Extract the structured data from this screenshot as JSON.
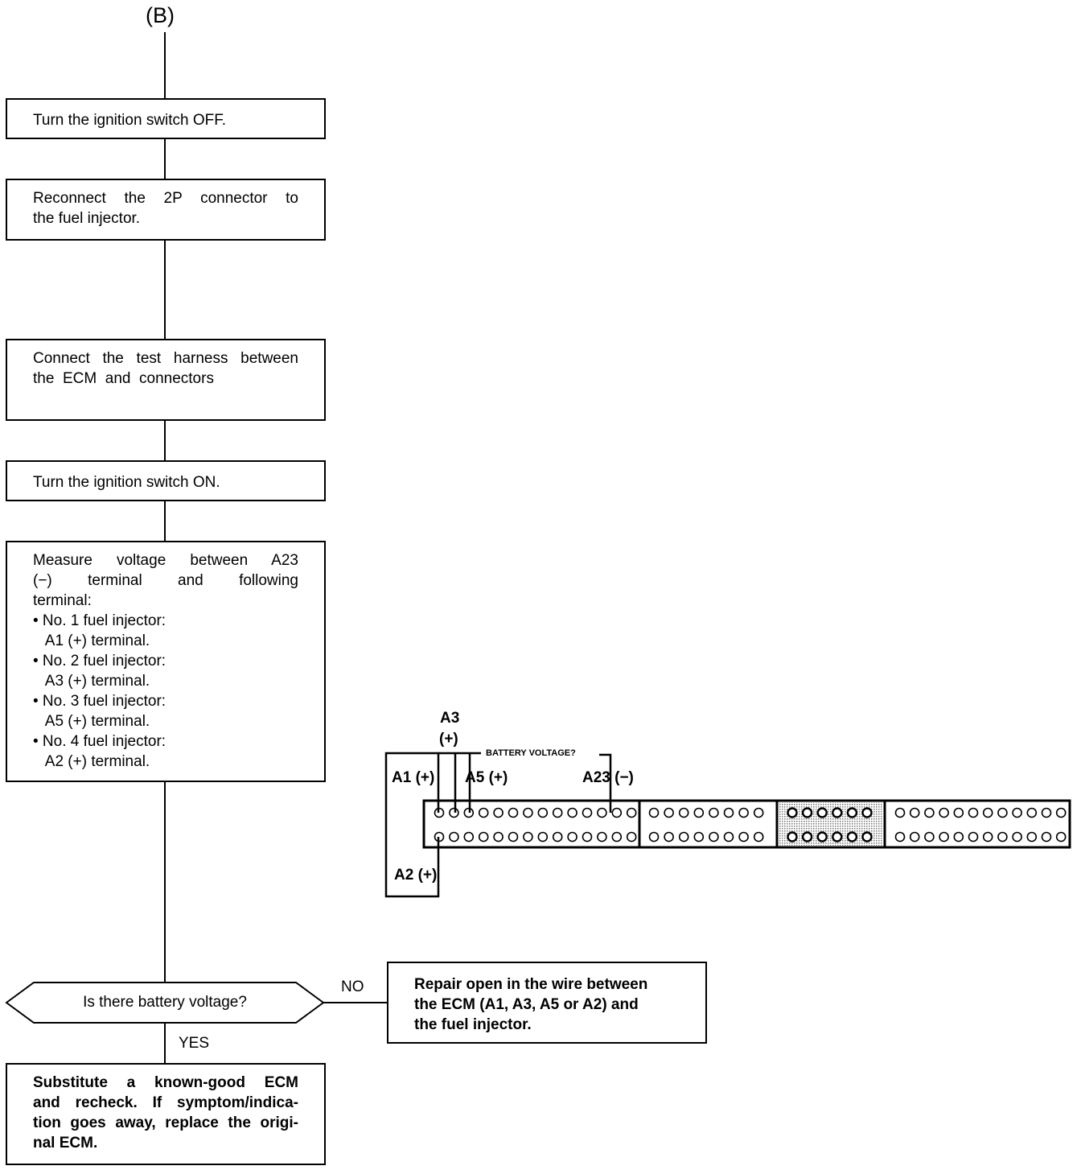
{
  "entry_label": "(B)",
  "steps": [
    {
      "id": "ign-off",
      "lines": [
        "Turn the ignition switch OFF."
      ]
    },
    {
      "id": "reconnect",
      "lines": [
        "Reconnect the 2P connector to",
        "the fuel injector."
      ]
    },
    {
      "id": "harness",
      "lines": [
        "Connect the test harness between",
        "the  ECM  and  connectors"
      ]
    },
    {
      "id": "ign-on",
      "lines": [
        "Turn the ignition switch ON."
      ]
    },
    {
      "id": "measure",
      "lines": [
        "Measure voltage between A23",
        "(−) terminal and following",
        "terminal:",
        "• No. 1 fuel injector:",
        "   A1 (+) terminal.",
        "• No. 2 fuel injector:",
        "   A3 (+) terminal.",
        "• No. 3 fuel injector:",
        "   A5 (+) terminal.",
        "• No. 4 fuel injector:",
        "   A2 (+) terminal."
      ]
    }
  ],
  "decision": {
    "question": "Is there battery voltage?",
    "no_label": "NO",
    "yes_label": "YES",
    "no_action": [
      "Repair open in the wire between",
      "the ECM (A1, A3, A5 or A2) and",
      "the fuel injector."
    ],
    "yes_action": [
      "Substitute  a  known-good  ECM",
      "and recheck. If symptom/indica-",
      "tion goes away, replace the origi-",
      "nal ECM."
    ]
  },
  "connector": {
    "a3": "A3",
    "a3_sign": "(+)",
    "battery_voltage": "BATTERY VOLTAGE?",
    "a1": "A1 (+)",
    "a5": "A5 (+)",
    "a23": "A23 (−)",
    "a2": "A2 (+)"
  }
}
